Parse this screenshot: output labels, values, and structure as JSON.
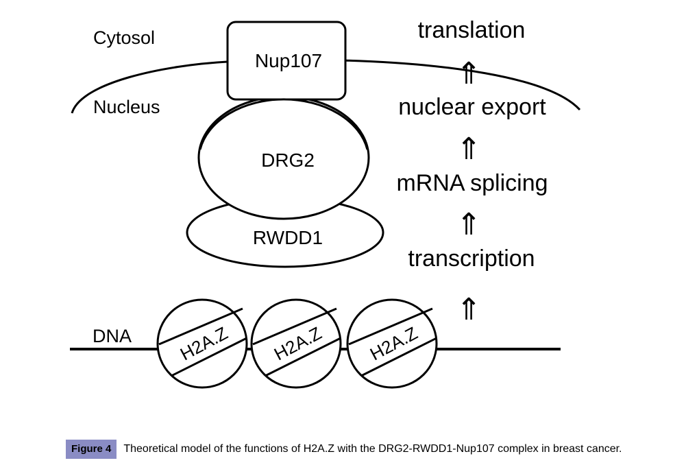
{
  "diagram": {
    "compartments": {
      "cytosol": "Cytosol",
      "nucleus": "Nucleus"
    },
    "proteins": {
      "nup107": "Nup107",
      "drg2": "DRG2",
      "rwdd1": "RWDD1"
    },
    "dna_label": "DNA",
    "nucleosomes": [
      "H2A.Z",
      "H2A.Z",
      "H2A.Z"
    ],
    "pathway": [
      "transcription",
      "mRNA splicing",
      "nuclear export",
      "translation"
    ],
    "arrow_glyph": "⇑"
  },
  "caption": {
    "badge": "Figure 4",
    "text": "Theoretical model of the functions of H2A.Z with the DRG2-RWDD1-Nup107 complex in breast cancer."
  },
  "colors": {
    "badge_bg": "#8a8cc4",
    "stroke": "#000000"
  }
}
